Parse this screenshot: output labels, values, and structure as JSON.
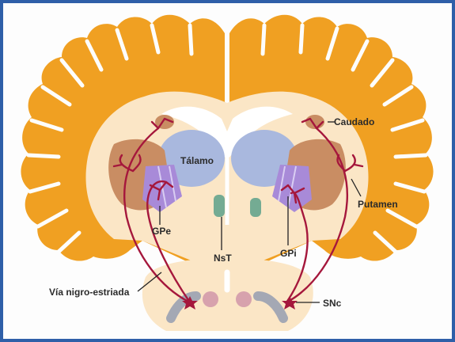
{
  "labels": {
    "caudado": "Caudado",
    "talamo": "Tálamo",
    "putamen": "Putamen",
    "gpe": "GPe",
    "nst": "NsT",
    "gpi": "GPi",
    "via": "Vía nigro-estriada",
    "snc": "SNc"
  },
  "colors": {
    "cortex": "#f0a022",
    "white_matter": "#fbe6c6",
    "thalamus": "#a9b8de",
    "striatum": "#c98d63",
    "globus_pallidus": "#a88ad8",
    "subthalamic": "#74ab93",
    "pathway": "#a5173c",
    "substantia_nigra": "#a4a8b4",
    "frame": "#2f5fa8"
  }
}
